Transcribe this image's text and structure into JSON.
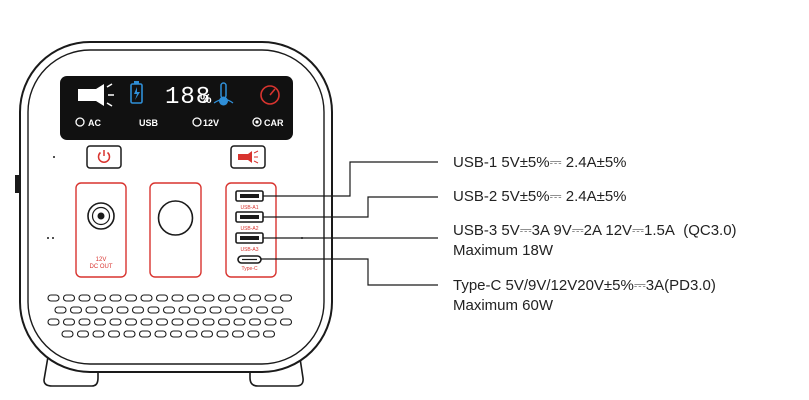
{
  "display": {
    "readout": "188",
    "percent": "%",
    "labels": {
      "ac": "AC",
      "usb": "USB",
      "dc12": "12V",
      "car": "CAR"
    }
  },
  "ports": {
    "usb_a1": "USB-A1",
    "usb_a2": "USB-A2",
    "usb_a3": "USB-A3",
    "type_c": "Type-C",
    "dc_out_line1": "12V",
    "dc_out_line2": "DC OUT"
  },
  "callouts": {
    "usb1": "USB-1 5V±5%⎓ 2.4A±5%",
    "usb2": "USB-2 5V±5%⎓ 2.4A±5%",
    "usb3_line1": "USB-3 5V⎓3A 9V⎓2A 12V⎓1.5A  (QC3.0)",
    "usb3_line2": "Maximum 18W",
    "typec_line1": "Type-C 5V/9V/12V20V±5%⎓3A(PD3.0)",
    "typec_line2": "Maximum 60W"
  },
  "colors": {
    "accent_red": "#d8342f",
    "display_bg": "#111111",
    "battery_blue": "#2f8fd8",
    "outline": "#1a1a1a"
  },
  "icons": [
    "power-icon",
    "flashlight-icon",
    "battery-icon",
    "thermometer-icon",
    "gauge-icon"
  ]
}
